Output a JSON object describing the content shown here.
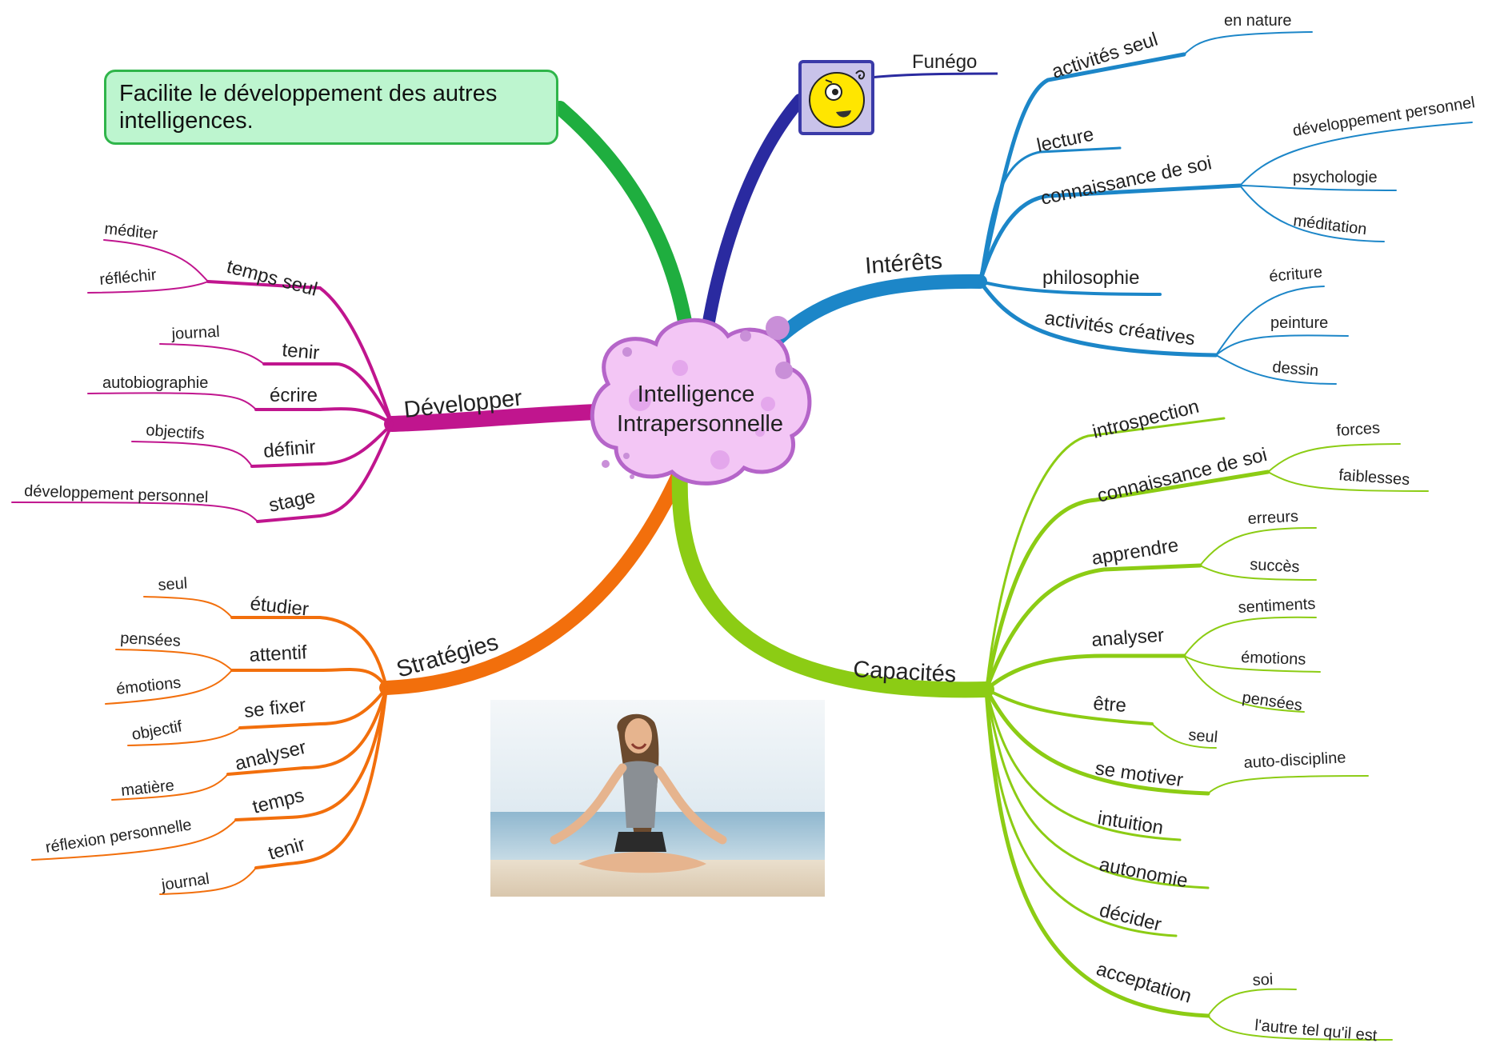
{
  "center": {
    "line1": "Intelligence",
    "line2": "Intrapersonnelle"
  },
  "note": {
    "text": "Facilite le développement des autres intelligences."
  },
  "photo": {
    "caption": "",
    "description_icon": "meditating-woman-beach-photo"
  },
  "mascot": {
    "label": "Funégo",
    "icon": "smiley-mascot-icon"
  },
  "colors": {
    "green_branch": "#1fae3f",
    "navy_branch": "#2a2aa0",
    "blue_branch": "#1c86c8",
    "magenta_branch": "#c0158e",
    "orange_branch": "#f26f0c",
    "lime_branch": "#8ccc14",
    "cloud_fill": "#f3c6f5",
    "cloud_stroke": "#b565c9",
    "note_fill": "#bdf5cf",
    "note_border": "#2fb54a"
  },
  "branches": {
    "interets": {
      "label": "Intérêts",
      "items": [
        {
          "label": "activités seul",
          "children": [
            "en nature"
          ]
        },
        {
          "label": "lecture",
          "children": []
        },
        {
          "label": "connaissance de soi",
          "children": [
            "développement personnel",
            "psychologie",
            "méditation"
          ]
        },
        {
          "label": "philosophie",
          "children": []
        },
        {
          "label": "activités créatives",
          "children": [
            "écriture",
            "peinture",
            "dessin"
          ]
        }
      ]
    },
    "developper": {
      "label": "Développer",
      "items": [
        {
          "label": "temps seul",
          "children": [
            "méditer",
            "réfléchir"
          ]
        },
        {
          "label": "tenir",
          "children": [
            "journal"
          ]
        },
        {
          "label": "écrire",
          "children": [
            "autobiographie"
          ]
        },
        {
          "label": "définir",
          "children": [
            "objectifs"
          ]
        },
        {
          "label": "stage",
          "children": [
            "développement personnel"
          ]
        }
      ]
    },
    "strategies": {
      "label": "Stratégies",
      "items": [
        {
          "label": "étudier",
          "children": [
            "seul"
          ]
        },
        {
          "label": "attentif",
          "children": [
            "pensées",
            "émotions"
          ]
        },
        {
          "label": "se fixer",
          "children": [
            "objectif"
          ]
        },
        {
          "label": "analyser",
          "children": [
            "matière"
          ]
        },
        {
          "label": "temps",
          "children": [
            "réflexion personnelle"
          ]
        },
        {
          "label": "tenir",
          "children": [
            "journal"
          ]
        }
      ]
    },
    "capacites": {
      "label": "Capacités",
      "items": [
        {
          "label": "introspection",
          "children": []
        },
        {
          "label": "connaissance de soi",
          "children": [
            "forces",
            "faiblesses"
          ]
        },
        {
          "label": "apprendre",
          "children": [
            "erreurs",
            "succès"
          ]
        },
        {
          "label": "analyser",
          "children": [
            "sentiments",
            "émotions",
            "pensées"
          ]
        },
        {
          "label": "être",
          "children": [
            "seul"
          ]
        },
        {
          "label": "se motiver",
          "children": [
            "auto-discipline"
          ]
        },
        {
          "label": "intuition",
          "children": []
        },
        {
          "label": "autonomie",
          "children": []
        },
        {
          "label": "décider",
          "children": []
        },
        {
          "label": "acceptation",
          "children": [
            "soi",
            "l'autre tel qu'il est"
          ]
        }
      ]
    }
  }
}
